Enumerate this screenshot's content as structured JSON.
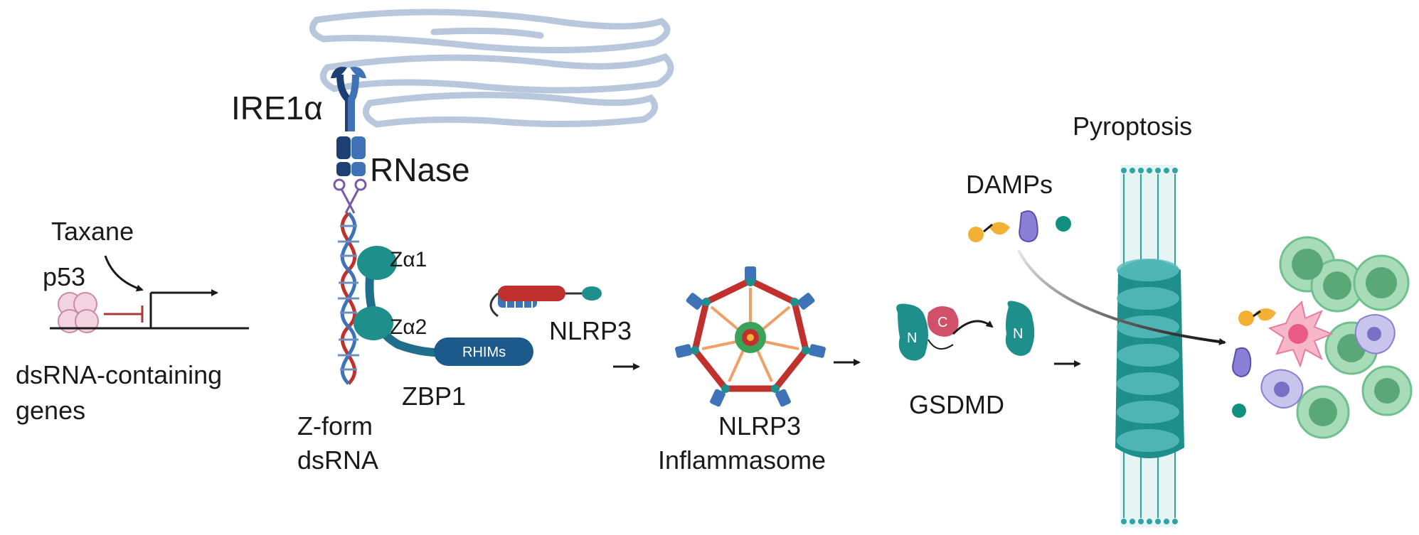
{
  "labels": {
    "ire1a": "IRE1α",
    "rnase": "RNase",
    "taxane": "Taxane",
    "p53": "p53",
    "dsrna_genes_1": "dsRNA-containing",
    "dsrna_genes_2": "genes",
    "za1": "Zα1",
    "za2": "Zα2",
    "rhims": "RHIMs",
    "nlrp3": "NLRP3",
    "zbp1": "ZBP1",
    "zform_1": "Z-form",
    "zform_2": "dsRNA",
    "inflammasome_1": "NLRP3",
    "inflammasome_2": "Inflammasome",
    "gsdmd": "GSDMD",
    "gsdmd_n": "N",
    "gsdmd_c": "C",
    "gsdmd_n_free": "N",
    "damps": "DAMPs",
    "pyroptosis": "Pyroptosis"
  },
  "colors": {
    "teal": "#1f8f8c",
    "teal_dark": "#176e6c",
    "navy": "#1d3f73",
    "blue": "#3e73b8",
    "red": "#c0312e",
    "er": "#b8c6dc",
    "pink": "#f3d3df",
    "orange": "#f2b134",
    "purple": "#8a7fd6",
    "green_cell": "#6fbf8f"
  }
}
